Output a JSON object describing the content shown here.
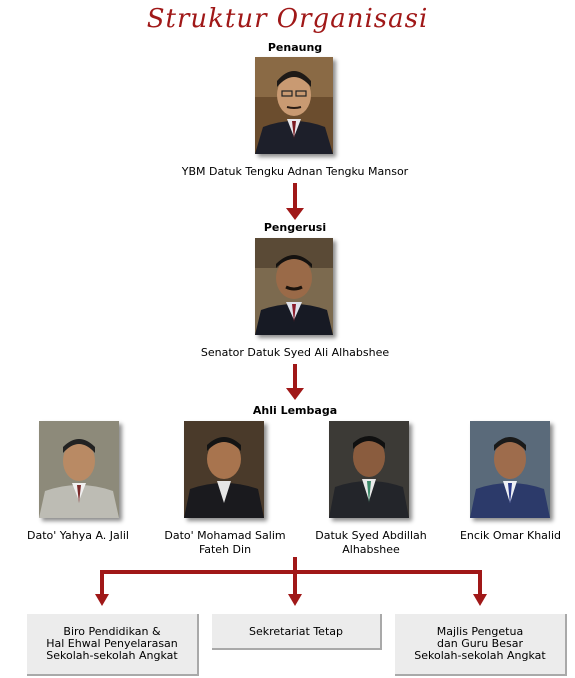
{
  "title": "Struktur Organisasi",
  "patron": {
    "role": "Penaung",
    "name": "YBM Datuk Tengku Adnan Tengku Mansor"
  },
  "chairman": {
    "role": "Pengerusi",
    "name": "Senator Datuk Syed Ali Alhabshee"
  },
  "board": {
    "role": "Ahli Lembaga",
    "members": [
      {
        "name": "Dato' Yahya A. Jalil"
      },
      {
        "name": "Dato' Mohamad Salim\nFateh Din"
      },
      {
        "name": "Datuk Syed Abdillah\nAlhabshee"
      },
      {
        "name": "Encik Omar Khalid"
      }
    ]
  },
  "units": [
    {
      "name": "Biro Pendidikan &\nHal Ehwal Penyelarasan\nSekolah-sekolah Angkat"
    },
    {
      "name": "Sekretariat Tetap"
    },
    {
      "name": "Majlis Pengetua\ndan Guru Besar\nSekolah-sekolah Angkat"
    }
  ],
  "colors": {
    "accent": "#a01818",
    "box": "#ececec"
  }
}
